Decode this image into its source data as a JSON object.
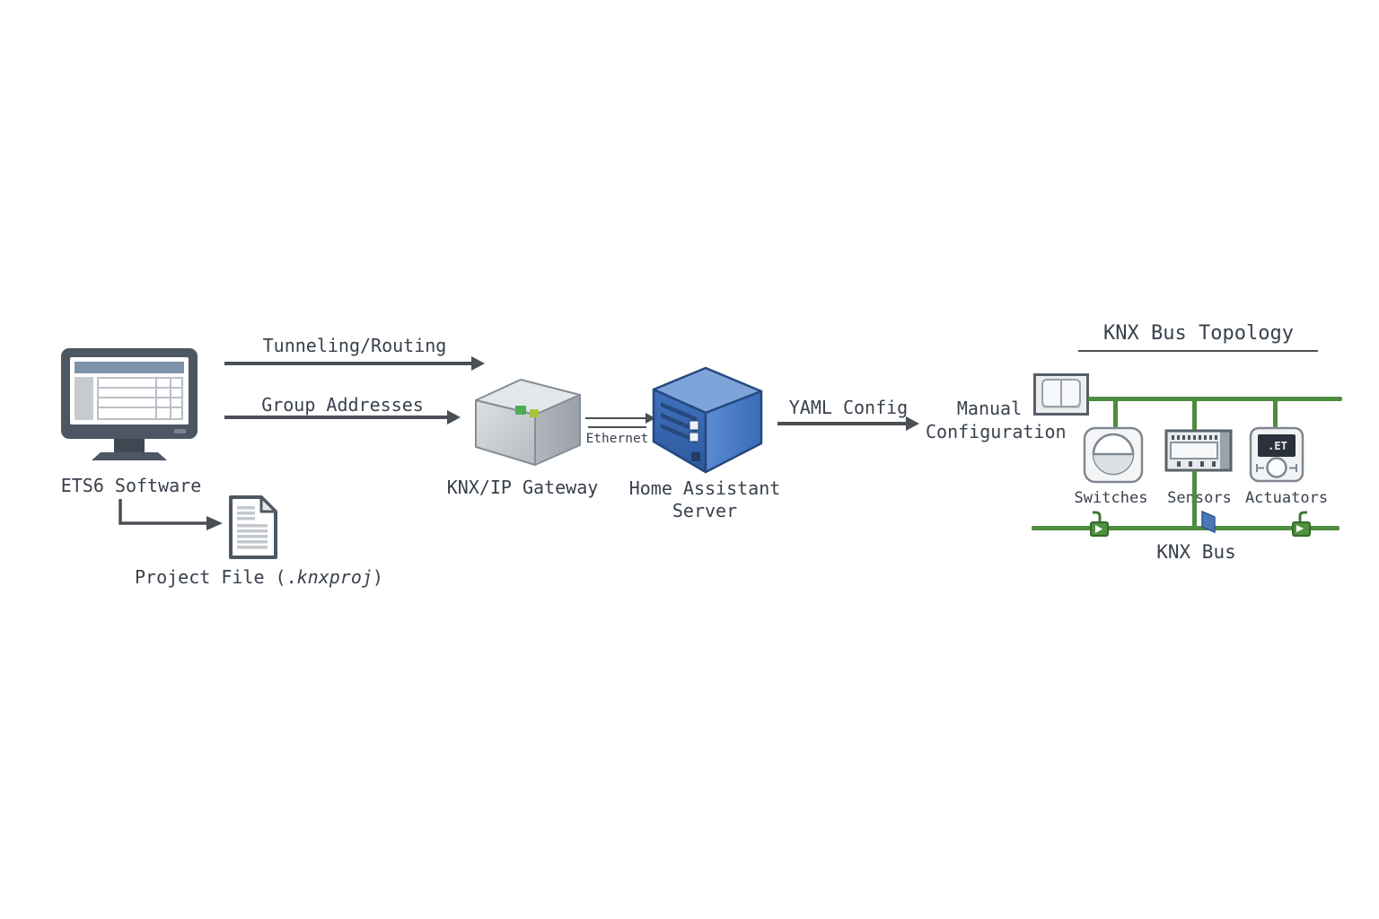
{
  "nodes": {
    "ets6": {
      "label": "ETS6 Software"
    },
    "gateway": {
      "label": "KNX/IP Gateway"
    },
    "home_assistant": {
      "label_line1": "Home Assistant",
      "label_line2": "Server"
    },
    "manual_configuration": {
      "line1": "Manual",
      "line2": "Configuration"
    },
    "project_file": {
      "label_prefix": "Project File (.",
      "label_ext": "knxproj",
      "label_suffix": ")"
    }
  },
  "connections": {
    "tunneling": {
      "label": "Tunneling/Routing"
    },
    "group_addresses": {
      "label": "Group Addresses"
    },
    "ethernet": {
      "label": "Ethernet"
    },
    "yaml_config": {
      "label": "YAML Config"
    }
  },
  "topology": {
    "title": "KNX Bus Topology",
    "devices": [
      {
        "label": "Switches"
      },
      {
        "label": "Sensors"
      },
      {
        "label": "Actuators"
      }
    ],
    "bus_label": "KNX Bus"
  },
  "colors": {
    "text": "#39414c",
    "arrow": "#4a4f55",
    "bus_green": "#4d8c3e",
    "server_blue": "#3e6db8",
    "gateway_gray": "#c9cdd2",
    "connector_blue": "#4a7ab5",
    "led_green": "#4cae52",
    "led_yellow_green": "#a8c33e",
    "monitor_frame": "#4d5763"
  }
}
